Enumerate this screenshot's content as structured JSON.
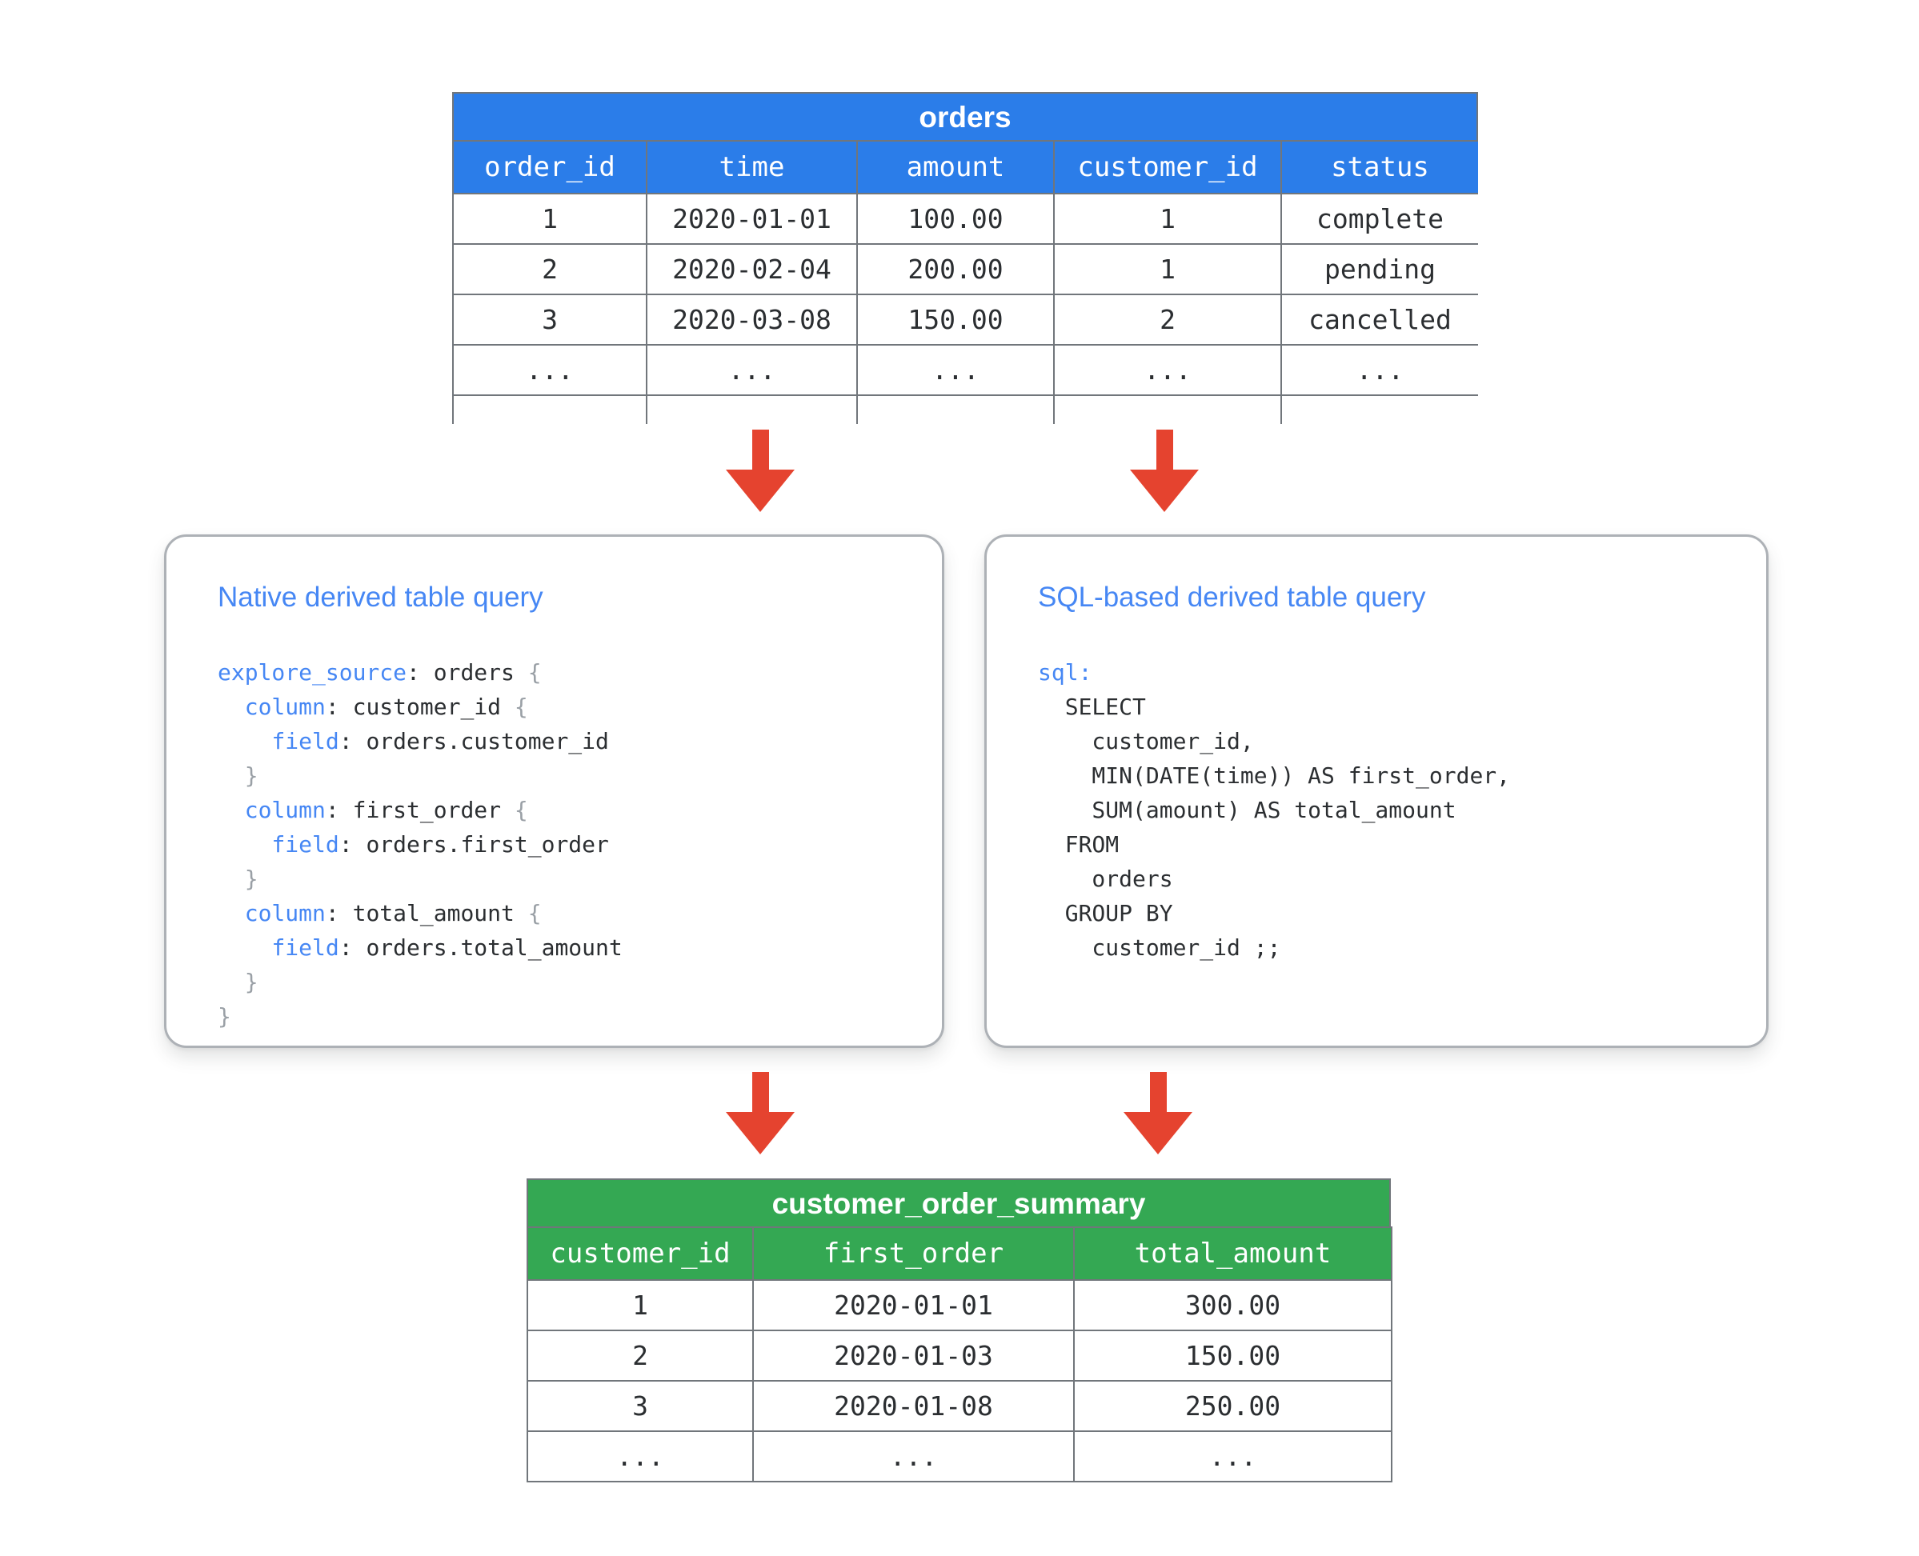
{
  "colors": {
    "header-blue": "#2b7de9",
    "header-green": "#34a853",
    "arrow-red": "#e5432f",
    "keyword-blue": "#4687f4",
    "brace-gray": "#9aa0a6",
    "table-border": "#71767b",
    "box-border": "#adb1b6",
    "text-dark": "#2b2e31"
  },
  "orders_table": {
    "title": "orders",
    "columns": [
      "order_id",
      "time",
      "amount",
      "customer_id",
      "status"
    ],
    "rows": [
      [
        "1",
        "2020-01-01",
        "100.00",
        "1",
        "complete"
      ],
      [
        "2",
        "2020-02-04",
        "200.00",
        "1",
        "pending"
      ],
      [
        "3",
        "2020-03-08",
        "150.00",
        "2",
        "cancelled"
      ],
      [
        "...",
        "...",
        "...",
        "...",
        "..."
      ],
      [
        "",
        "",
        "",
        "",
        ""
      ]
    ]
  },
  "native_box": {
    "title": "Native derived table query",
    "code": [
      [
        {
          "c": "k",
          "t": "explore_source"
        },
        {
          "c": "p",
          "t": ": orders "
        },
        {
          "c": "b",
          "t": "{"
        }
      ],
      [
        {
          "c": "p",
          "t": "  "
        },
        {
          "c": "k",
          "t": "column"
        },
        {
          "c": "p",
          "t": ": customer_id "
        },
        {
          "c": "b",
          "t": "{"
        }
      ],
      [
        {
          "c": "p",
          "t": "    "
        },
        {
          "c": "k",
          "t": "field"
        },
        {
          "c": "p",
          "t": ": orders.customer_id"
        }
      ],
      [
        {
          "c": "b",
          "t": "  }"
        }
      ],
      [
        {
          "c": "p",
          "t": "  "
        },
        {
          "c": "k",
          "t": "column"
        },
        {
          "c": "p",
          "t": ": first_order "
        },
        {
          "c": "b",
          "t": "{"
        }
      ],
      [
        {
          "c": "p",
          "t": "    "
        },
        {
          "c": "k",
          "t": "field"
        },
        {
          "c": "p",
          "t": ": orders.first_order"
        }
      ],
      [
        {
          "c": "b",
          "t": "  }"
        }
      ],
      [
        {
          "c": "p",
          "t": "  "
        },
        {
          "c": "k",
          "t": "column"
        },
        {
          "c": "p",
          "t": ": total_amount "
        },
        {
          "c": "b",
          "t": "{"
        }
      ],
      [
        {
          "c": "p",
          "t": "    "
        },
        {
          "c": "k",
          "t": "field"
        },
        {
          "c": "p",
          "t": ": orders.total_amount"
        }
      ],
      [
        {
          "c": "b",
          "t": "  }"
        }
      ],
      [
        {
          "c": "b",
          "t": "}"
        }
      ]
    ]
  },
  "sql_box": {
    "title": "SQL-based derived table query",
    "code": [
      [
        {
          "c": "k",
          "t": "sql:"
        }
      ],
      [
        {
          "c": "p",
          "t": "  SELECT"
        }
      ],
      [
        {
          "c": "p",
          "t": "    customer_id,"
        }
      ],
      [
        {
          "c": "p",
          "t": "    MIN(DATE(time)) AS first_order,"
        }
      ],
      [
        {
          "c": "p",
          "t": "    SUM(amount) AS total_amount"
        }
      ],
      [
        {
          "c": "p",
          "t": "  FROM"
        }
      ],
      [
        {
          "c": "p",
          "t": "    orders"
        }
      ],
      [
        {
          "c": "p",
          "t": "  GROUP BY"
        }
      ],
      [
        {
          "c": "p",
          "t": "    customer_id ;;"
        }
      ]
    ]
  },
  "summary_table": {
    "title": "customer_order_summary",
    "columns": [
      "customer_id",
      "first_order",
      "total_amount"
    ],
    "rows": [
      [
        "1",
        "2020-01-01",
        "300.00"
      ],
      [
        "2",
        "2020-01-03",
        "150.00"
      ],
      [
        "3",
        "2020-01-08",
        "250.00"
      ],
      [
        "...",
        "...",
        "..."
      ]
    ]
  }
}
